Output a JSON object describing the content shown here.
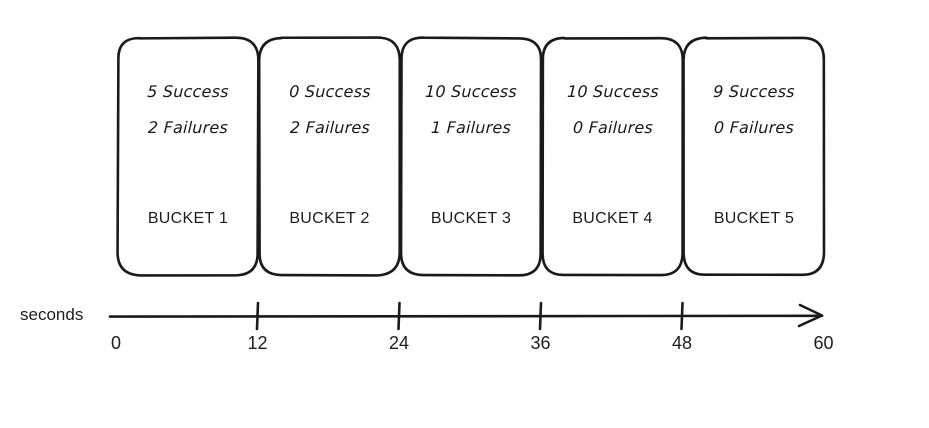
{
  "diagram": {
    "type": "timeline-bucket-diagram",
    "background_color": "#ffffff",
    "stroke_color": "#1a1a1a",
    "text_color": "#1d1d1d"
  },
  "axis": {
    "name": "seconds",
    "unit": "seconds",
    "arrow": "right-arrow-icon",
    "min": 0,
    "max": 60,
    "tick_interval": 12,
    "ticks": [
      {
        "label": "0",
        "value": 0,
        "has_mark": false
      },
      {
        "label": "12",
        "value": 12,
        "has_mark": true
      },
      {
        "label": "24",
        "value": 24,
        "has_mark": true
      },
      {
        "label": "36",
        "value": 36,
        "has_mark": true
      },
      {
        "label": "48",
        "value": 48,
        "has_mark": true
      },
      {
        "label": "60",
        "value": 60,
        "has_mark": false
      }
    ]
  },
  "buckets": [
    {
      "title": "BUCKET 1",
      "success_text": "5 Success",
      "failures_text": "2 Failures",
      "success_count": 5,
      "failure_count": 2,
      "range_start": 0,
      "range_end": 12
    },
    {
      "title": "BUCKET 2",
      "success_text": "0 Success",
      "failures_text": "2 Failures",
      "success_count": 0,
      "failure_count": 2,
      "range_start": 12,
      "range_end": 24
    },
    {
      "title": "BUCKET 3",
      "success_text": "10 Success",
      "failures_text": "1 Failures",
      "success_count": 10,
      "failure_count": 1,
      "range_start": 24,
      "range_end": 36
    },
    {
      "title": "BUCKET 4",
      "success_text": "10 Success",
      "failures_text": "0 Failures",
      "success_count": 10,
      "failure_count": 0,
      "range_start": 36,
      "range_end": 48
    },
    {
      "title": "BUCKET 5",
      "success_text": "9 Success",
      "failures_text": "0 Failures",
      "success_count": 9,
      "failure_count": 0,
      "range_start": 48,
      "range_end": 60
    }
  ]
}
